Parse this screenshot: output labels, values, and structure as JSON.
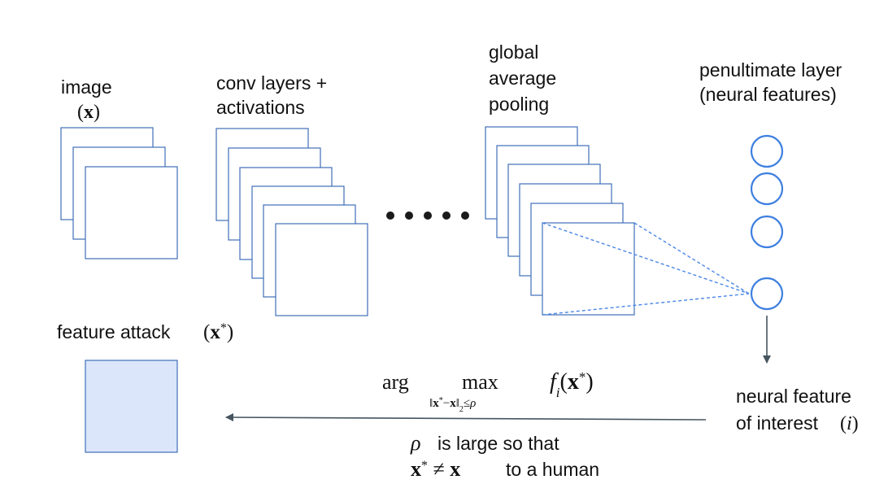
{
  "labels": {
    "image_line1": "image",
    "image_math": "(x)",
    "conv_line1": "conv layers +",
    "conv_line2": "activations",
    "gap_line1": "global",
    "gap_line2": "average",
    "gap_line3": "pooling",
    "penult_line1": "penultimate layer",
    "penult_line2": "(neural features)",
    "attack_text": "feature attack",
    "attack_math": "(x*)",
    "feature_line1": "neural feature",
    "feature_line2": "of interest",
    "feature_math": "(i)",
    "objective_arg": "arg",
    "objective_max": "max",
    "objective_constraint": "‖x* − x‖2 ≤ ρ",
    "objective_func": "fi(x*)",
    "note_rho": "ρ",
    "note_line1": "is large so that",
    "note_math": "x* ≠ x",
    "note_line2": "to a human"
  },
  "colors": {
    "sheet_stroke": "#3f6fb8",
    "neuron_stroke": "#3d7fe0",
    "projection": "#4a86e8",
    "attack_fill": "#dbe6fa",
    "arrow": "#46555f"
  }
}
